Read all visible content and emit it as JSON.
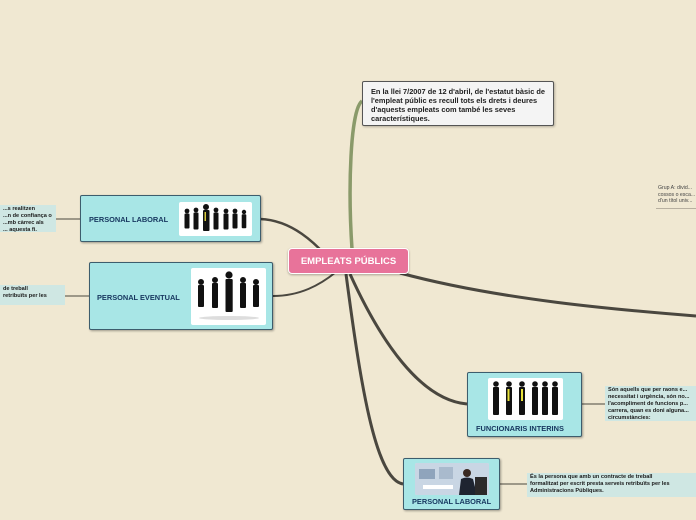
{
  "center": {
    "label": "EMPLEATS PÚBLICS"
  },
  "intro": {
    "text": "En la llei 7/2007 de 12 d'abril, de l'estatut bàsic de l'empleat públic es recull tots els drets i deures d'aquests empleats com també les seves característiques."
  },
  "topics": {
    "laboral_left": {
      "label": "PERSONAL LABORAL",
      "note": "...s realitzen\n...n de confiança o\n...mb càrrec als\n... aquesta fi."
    },
    "eventual": {
      "label": "PERSONAL EVENTUAL",
      "note": "de treball\nretribuïts per les"
    },
    "interins": {
      "label": "FUNCIONARIS INTERINS",
      "note": "Són aquells que per raons e...\nnecessitat i urgència, són no...\nl'acompliment de funcions p...\ncarrera, quan es doni alguna...\ncircumstàncies:"
    },
    "laboral_bottom": {
      "label": "PERSONAL LABORAL",
      "note": "És la persona que amb un contracte de treball\nformalitzat per escrit presta serveis retribuïts per les\nAdministracions Públiques."
    }
  },
  "group_a": {
    "text": "Grup A: divid...\ncossos o esca...\nd'un títol univ..."
  },
  "colors": {
    "background": "#f0e8d2",
    "center": "#e8739a",
    "topic": "#a8e6e6",
    "line": "#4a473f",
    "line_intro": "#8a9a6a"
  },
  "icons": {
    "people": "silhouettes-people-icon"
  }
}
